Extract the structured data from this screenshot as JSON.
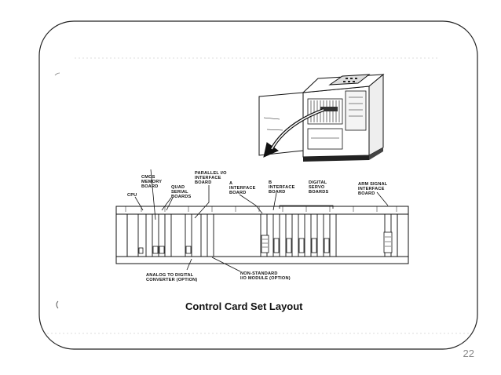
{
  "slide": {
    "caption": "Control Card Set Layout",
    "page_number": "22"
  },
  "labels": {
    "cmos": [
      "CMOS",
      "MEMORY",
      "BOARD"
    ],
    "cpu": [
      "CPU"
    ],
    "parallel": [
      "PARALLEL I/O",
      "INTERFACE",
      "BOARD"
    ],
    "quad": [
      "QUAD",
      "SERIAL",
      "BOARDS"
    ],
    "a_board": [
      "A",
      "INTERFACE",
      "BOARD"
    ],
    "b_board": [
      "B",
      "INTERFACE",
      "BOARD"
    ],
    "digital_servo": [
      "DIGITAL",
      "SERVO",
      "BOARDS"
    ],
    "arm_signal": [
      "ARM SIGNAL",
      "INTERFACE",
      "BOARD"
    ],
    "analog": [
      "ANALOG TO DIGITAL",
      "CONVERTER (OPTION)"
    ],
    "nonstandard": [
      "NON-STANDARD",
      "I/O MODULE (OPTION)"
    ]
  }
}
